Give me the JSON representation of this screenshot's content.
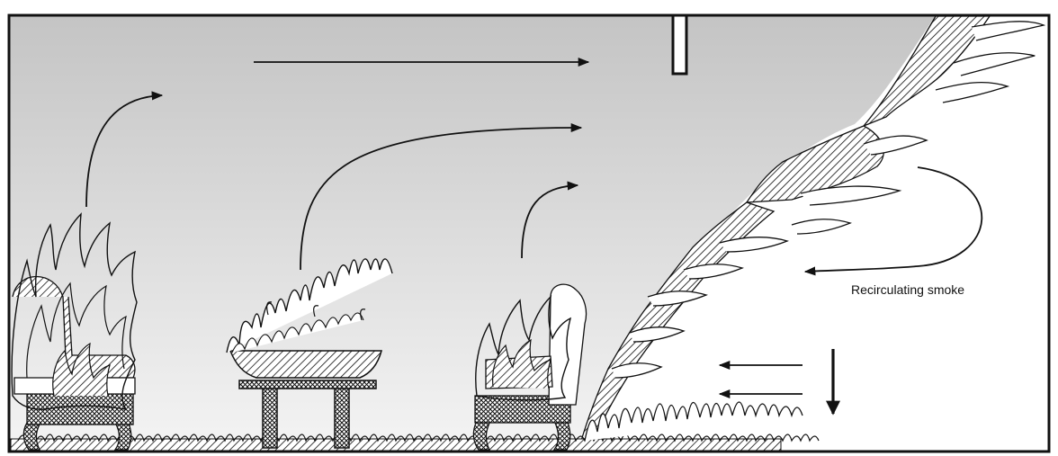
{
  "diagram": {
    "labels": {
      "recirculating_smoke": "Recirculating smoke"
    },
    "colors": {
      "smoke_top": "#c4c4c4",
      "smoke_bottom": "#f4f4f4",
      "outline": "#111111",
      "fresh_air": "#ffffff"
    },
    "elements": [
      "burning-chair-left",
      "burning-table",
      "burning-chair-right",
      "room-ceiling-vent",
      "fire-front",
      "burning-floor"
    ]
  }
}
